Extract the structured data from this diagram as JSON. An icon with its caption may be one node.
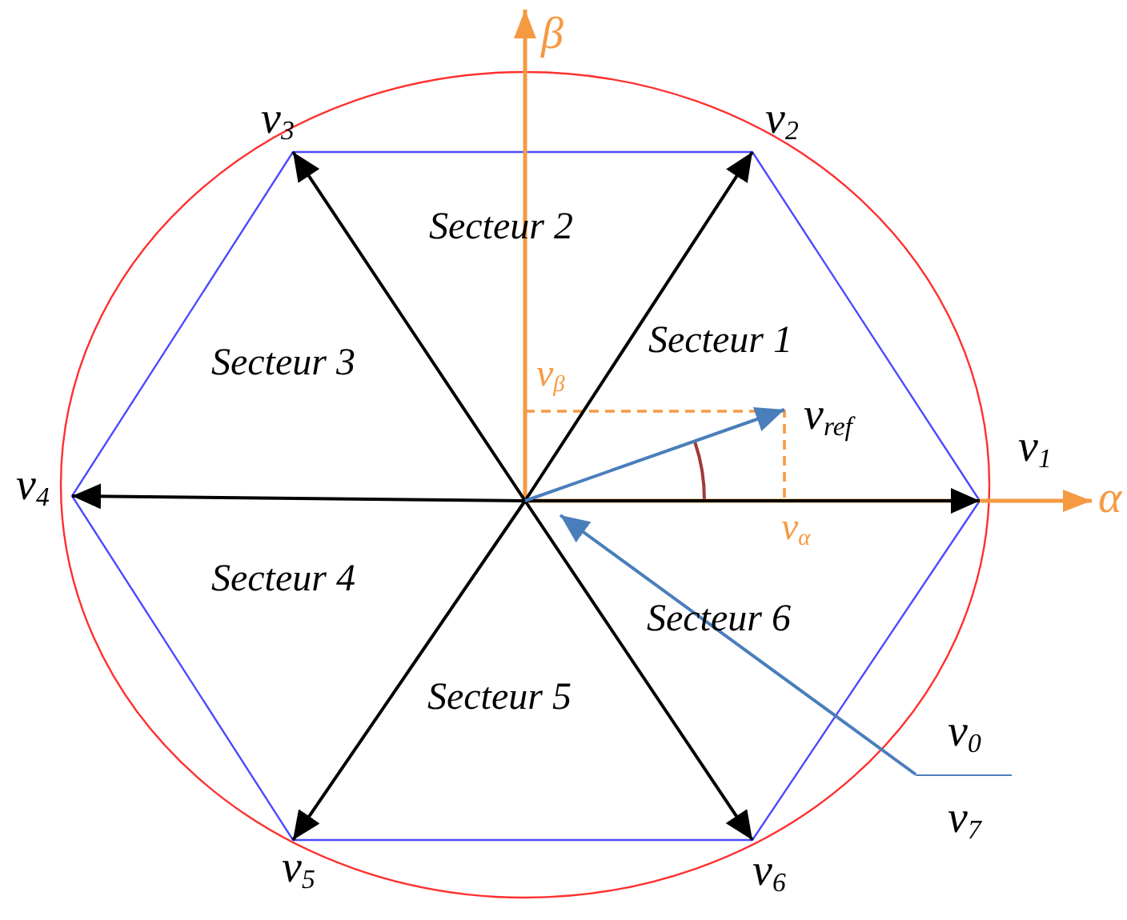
{
  "diagram": {
    "nodes": [
      {
        "text": [
          "v$_{3}$"
        ]
      },
      {
        "text": [
          "v$_{2}$"
        ]
      },
      {
        "text": [
          "v$_{ref}$"
        ]
      },
      {
        "text": [
          "v$_{4}$"
        ]
      },
      {
        "text": [
          "v$_{1}$"
        ]
      },
      {
        "text": [
          "v$_{0}$",
          "v$_{7}$"
        ]
      },
      {
        "text": [
          "v$_{5}$"
        ]
      },
      {
        "text": [
          "v$_{6}$"
        ]
      }
    ],
    "edges": [
      {
        "from": null,
        "to": 4,
        "arrow": "to"
      },
      {
        "from": null,
        "to": 1,
        "arrow": "to"
      },
      {
        "from": null,
        "to": 0,
        "arrow": "to"
      },
      {
        "from": null,
        "to": 3,
        "arrow": "to"
      },
      {
        "from": null,
        "to": 6,
        "arrow": "to"
      },
      {
        "from": null,
        "to": 7,
        "arrow": "to"
      },
      {
        "from": null,
        "to": 2,
        "arrow": "to",
        "color": "#4a7ebb"
      },
      {
        "from": 5,
        "to": null,
        "arrow": "to",
        "color": "#4a7ebb"
      }
    ],
    "labels": [
      "β",
      "Secteur 2",
      "Secteur 1",
      "Secteur 3",
      "v$_{β}$",
      "α",
      "v$_{α}$",
      "Secteur 4",
      "Secteur 6",
      "Secteur 5"
    ]
  }
}
